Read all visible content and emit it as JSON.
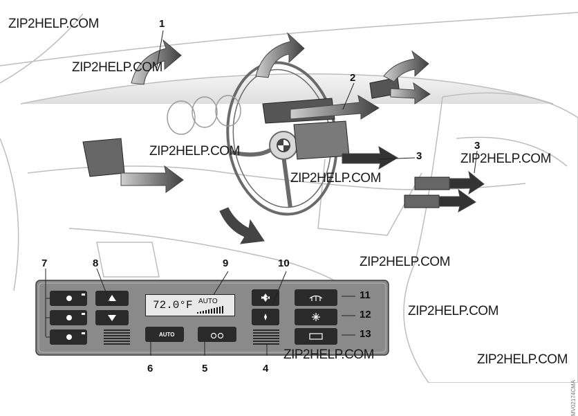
{
  "watermark_text": "ZIP2HELP.COM",
  "callouts": [
    "1",
    "2",
    "3",
    "3",
    "4",
    "5",
    "6",
    "7",
    "8",
    "9",
    "10",
    "11",
    "12",
    "13"
  ],
  "display": {
    "temperature": "72.0°F",
    "mode": "AUTO"
  },
  "buttons": {
    "auto_label": "AUTO"
  },
  "image_code": "MV02174CMA",
  "colors": {
    "panel": "#8a8a8a",
    "panel_edge": "#3a3a3a",
    "button": "#2a2a2a",
    "airflow_arrow": "#5a5a5a",
    "line_art": "#bdbdbd"
  }
}
